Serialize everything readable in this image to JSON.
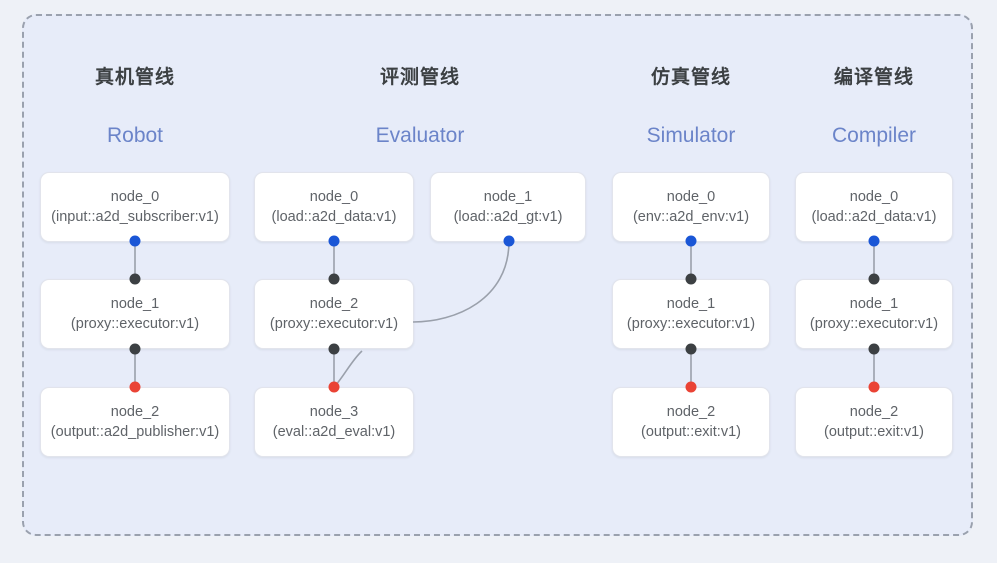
{
  "diagram": {
    "frame_style": "dashed-rounded-panel",
    "colors": {
      "page_background": "#eef1f7",
      "panel_background": "#e7ecf9",
      "panel_border": "#9aa1ae",
      "node_background": "#ffffff",
      "node_border": "#e2e4ec",
      "title_text": "#3c4043",
      "subtitle_text": "#6b84c9",
      "node_text": "#5f6368",
      "port_input": "#1a56d6",
      "port_middle": "#3c4043",
      "port_output": "#ea4335",
      "edge": "#9aa0ab"
    },
    "columns": [
      {
        "title": "真机管线",
        "subtitle": "Robot",
        "nodes": [
          {
            "id": "node_0",
            "kind": "(input::a2d_subscriber:v1)"
          },
          {
            "id": "node_1",
            "kind": "(proxy::executor:v1)"
          },
          {
            "id": "node_2",
            "kind": "(output::a2d_publisher:v1)"
          }
        ]
      },
      {
        "title": "评测管线",
        "subtitle": "Evaluator",
        "nodes": [
          {
            "id": "node_0",
            "kind": "(load::a2d_data:v1)"
          },
          {
            "id": "node_1",
            "kind": "(load::a2d_gt:v1)"
          },
          {
            "id": "node_2",
            "kind": "(proxy::executor:v1)"
          },
          {
            "id": "node_3",
            "kind": "(eval::a2d_eval:v1)"
          }
        ]
      },
      {
        "title": "仿真管线",
        "subtitle": "Simulator",
        "nodes": [
          {
            "id": "node_0",
            "kind": "(env::a2d_env:v1)"
          },
          {
            "id": "node_1",
            "kind": "(proxy::executor:v1)"
          },
          {
            "id": "node_2",
            "kind": "(output::exit:v1)"
          }
        ]
      },
      {
        "title": "编译管线",
        "subtitle": "Compiler",
        "nodes": [
          {
            "id": "node_0",
            "kind": "(load::a2d_data:v1)"
          },
          {
            "id": "node_1",
            "kind": "(proxy::executor:v1)"
          },
          {
            "id": "node_2",
            "kind": "(output::exit:v1)"
          }
        ]
      }
    ]
  }
}
